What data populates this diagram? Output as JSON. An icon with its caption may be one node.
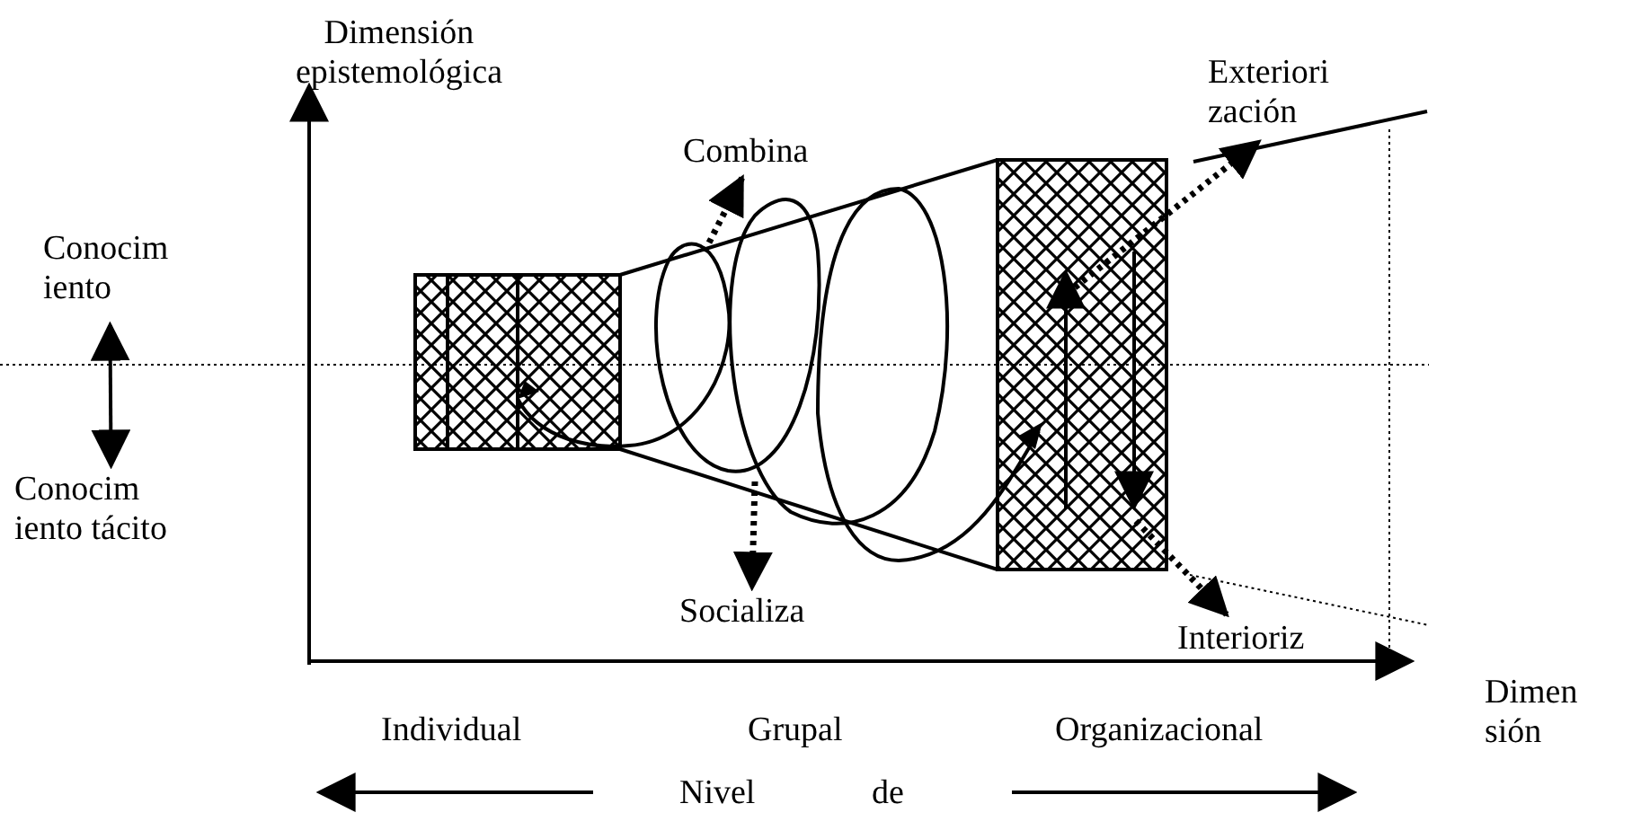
{
  "diagram": {
    "nodes": [
      {
        "text": [],
        "shape": "picture"
      },
      {
        "text": [
          "Combina"
        ]
      },
      {
        "text": [
          "Exteriori zación"
        ]
      },
      {
        "text": [
          "Socializa"
        ]
      },
      {
        "text": [
          "Interioriz"
        ]
      },
      {
        "text": [
          "Conocim iento"
        ]
      },
      {
        "text": [
          "Conocim iento tácito"
        ]
      }
    ],
    "edges": [
      {
        "from": 0,
        "to": 1,
        "arrow": "to",
        "style": "dashed"
      },
      {
        "from": 0,
        "to": 2,
        "arrow": "to",
        "style": "dashed"
      },
      {
        "from": 0,
        "to": 3,
        "arrow": "to",
        "style": "dashed"
      },
      {
        "from": 0,
        "to": 4,
        "arrow": "to",
        "style": "dashed"
      },
      {
        "from": 5,
        "to": 6,
        "arrow": "both"
      },
      {
        "from": 2,
        "to": null,
        "arrow": "none"
      }
    ],
    "labels": [
      "Dimensión epistemológica",
      "Dimen sión",
      "Individual",
      "Grupal",
      "Organizacional",
      "Nivel de"
    ]
  }
}
